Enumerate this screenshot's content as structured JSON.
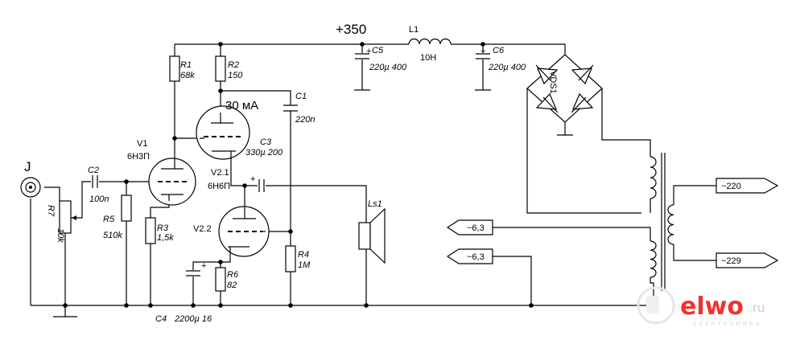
{
  "supply": {
    "voltage": "+350",
    "current": "30 мА"
  },
  "input_jack": {
    "label": "J"
  },
  "components": {
    "R1": {
      "ref": "R1",
      "value": "68k"
    },
    "R2": {
      "ref": "R2",
      "value": "150"
    },
    "R3": {
      "ref": "R3",
      "value": "1,5k"
    },
    "R4": {
      "ref": "R4",
      "value": "1M"
    },
    "R5": {
      "ref": "R5",
      "value": "510k"
    },
    "R6": {
      "ref": "R6",
      "value": "82"
    },
    "R7": {
      "ref": "R7",
      "value": "10k"
    },
    "C1": {
      "ref": "C1",
      "value": "220n"
    },
    "C2": {
      "ref": "C2",
      "value": "100n"
    },
    "C3": {
      "ref": "C3",
      "value": "330µ 200"
    },
    "C4": {
      "ref": "C4",
      "value": "2200µ 16"
    },
    "C5": {
      "ref": "C5",
      "value": "220µ 400"
    },
    "C6": {
      "ref": "C6",
      "value": "220µ 400"
    },
    "L1": {
      "ref": "L1",
      "value": "10H"
    },
    "V1": {
      "ref": "V1",
      "value": "6Н3П"
    },
    "V21": {
      "ref": "V2.1",
      "value": "6Н6П"
    },
    "V22": {
      "ref": "V2.2"
    },
    "Ls1": {
      "ref": "Ls1"
    },
    "VDS": {
      "ref": "VDS1"
    }
  },
  "polarity_mark": "+",
  "terminals": {
    "mains_in": "~220",
    "mains_out": "~229",
    "heater_a": "~6,3",
    "heater_b": "~6,3"
  },
  "watermark": {
    "brand": "elwo",
    "tld": ".ru",
    "subtitle": "ЭЛЕКТРОНИКА"
  }
}
